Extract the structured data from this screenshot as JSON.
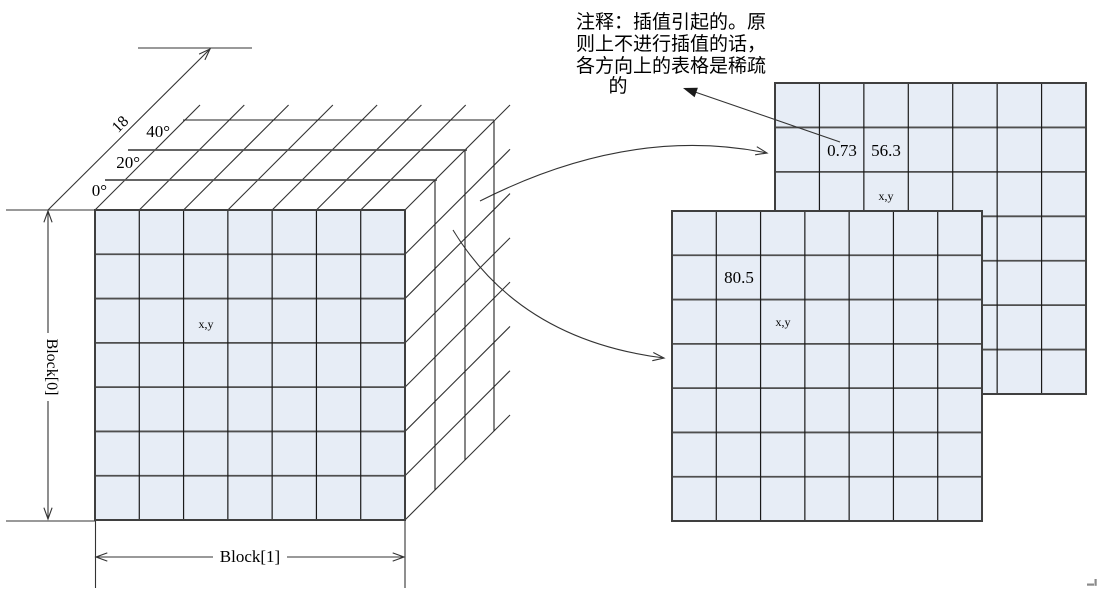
{
  "colors": {
    "cell_fill": "#e7edf6",
    "grid_h_line": "#4f4f4f",
    "grid_v_line": "#1a1a1a",
    "grid_border": "#3f3f3f",
    "marker_red": "#ff0000",
    "artifact_gray": "#8a8a8a"
  },
  "note": {
    "lines": [
      "注释：插值引起的。原",
      "则上不进行插值的话，",
      "各方向上的表格是稀疏",
      "的"
    ]
  },
  "cube": {
    "angle_labels": [
      "0°",
      "20°",
      "40°"
    ],
    "depth_dim_label": "18",
    "height_dim_label": "Block[0]",
    "width_dim_label": "Block[1]",
    "cell_marker": "x,y"
  },
  "back_table": {
    "value_a": "0.73",
    "value_b": "56.3",
    "cell_marker": "x,y"
  },
  "front_table": {
    "value_a": "80.5",
    "cell_marker": "x,y"
  }
}
